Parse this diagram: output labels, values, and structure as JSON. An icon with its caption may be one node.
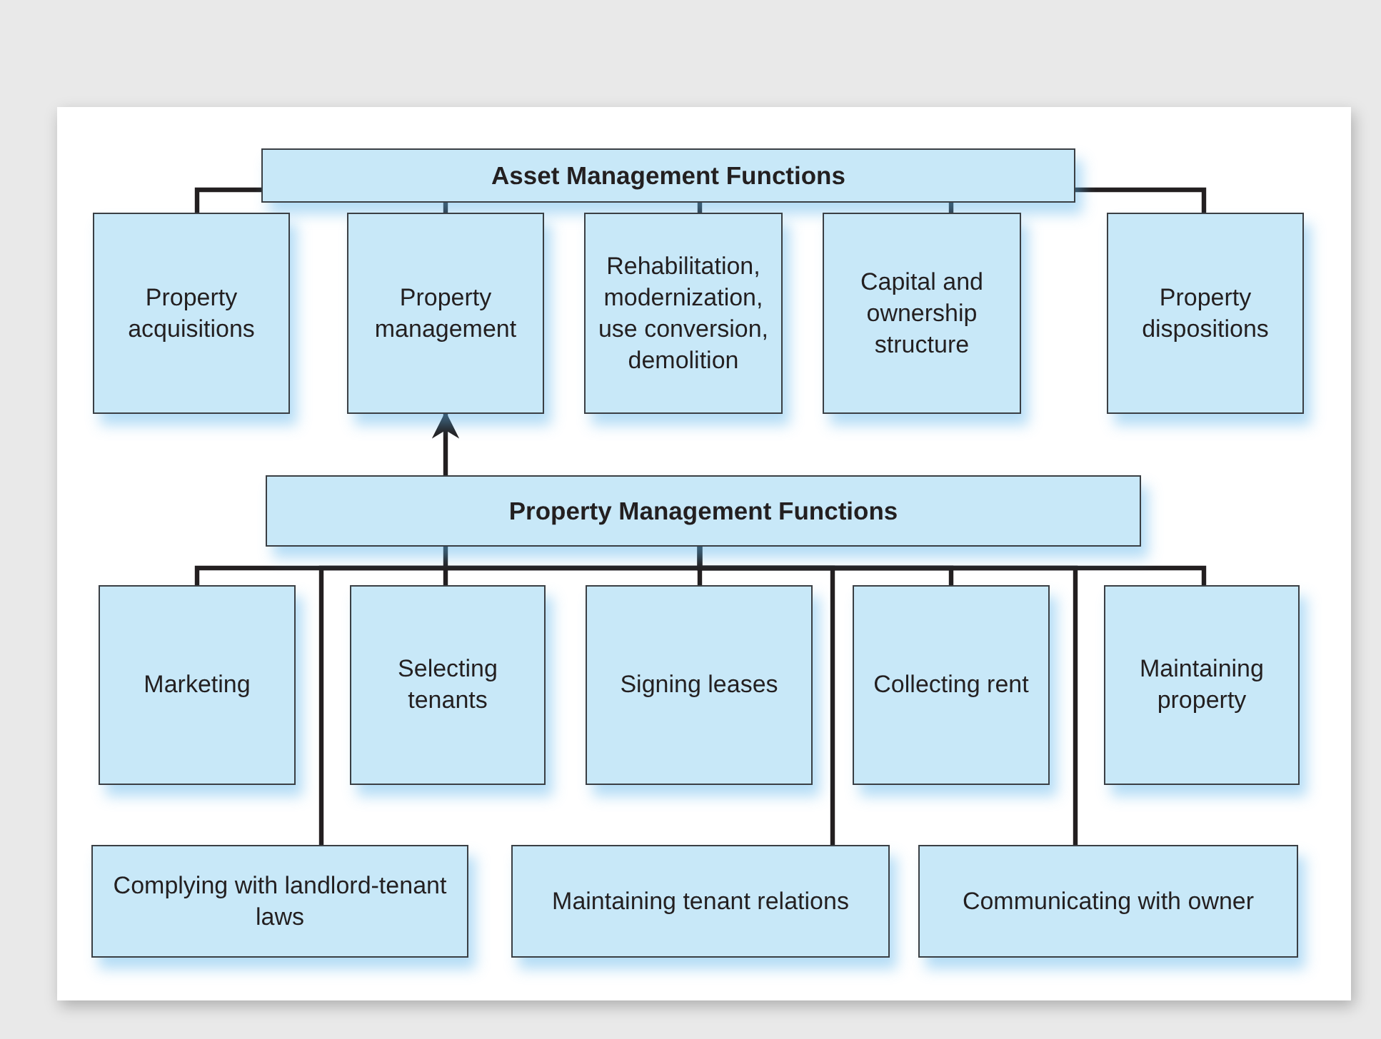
{
  "diagram": {
    "nodes": [
      {
        "text": [
          "Asset Management Functions"
        ]
      },
      {
        "text": [
          "Property acquisitions"
        ]
      },
      {
        "text": [
          "Property management"
        ]
      },
      {
        "text": [
          "Rehabilitation, modernization, use conversion, demolition"
        ]
      },
      {
        "text": [
          "Capital and ownership structure"
        ]
      },
      {
        "text": [
          "Property dispositions"
        ]
      },
      {
        "text": [
          "Property Management Functions"
        ]
      },
      {
        "text": [
          "Marketing"
        ]
      },
      {
        "text": [
          "Selecting tenants"
        ]
      },
      {
        "text": [
          "Signing leases"
        ]
      },
      {
        "text": [
          "Collecting rent"
        ]
      },
      {
        "text": [
          "Maintaining property"
        ]
      },
      {
        "text": [
          "Complying with landlord-tenant laws"
        ]
      },
      {
        "text": [
          "Maintaining tenant relations"
        ]
      },
      {
        "text": [
          "Communicating with owner"
        ]
      }
    ],
    "edges": [
      {
        "from": 0,
        "to": 1,
        "arrow": "none"
      },
      {
        "from": 0,
        "to": 2,
        "arrow": "none"
      },
      {
        "from": 0,
        "to": 3,
        "arrow": "none"
      },
      {
        "from": 0,
        "to": 4,
        "arrow": "none"
      },
      {
        "from": 0,
        "to": 5,
        "arrow": "none"
      },
      {
        "from": 6,
        "to": 2,
        "arrow": "to"
      },
      {
        "from": 6,
        "to": 7,
        "arrow": "none"
      },
      {
        "from": 6,
        "to": 8,
        "arrow": "none"
      },
      {
        "from": 6,
        "to": 9,
        "arrow": "none"
      },
      {
        "from": 6,
        "to": 10,
        "arrow": "none"
      },
      {
        "from": 6,
        "to": 11,
        "arrow": "none"
      },
      {
        "from": 6,
        "to": 12,
        "arrow": "none"
      },
      {
        "from": 6,
        "to": 13,
        "arrow": "none"
      },
      {
        "from": 6,
        "to": 14,
        "arrow": "none"
      }
    ]
  }
}
